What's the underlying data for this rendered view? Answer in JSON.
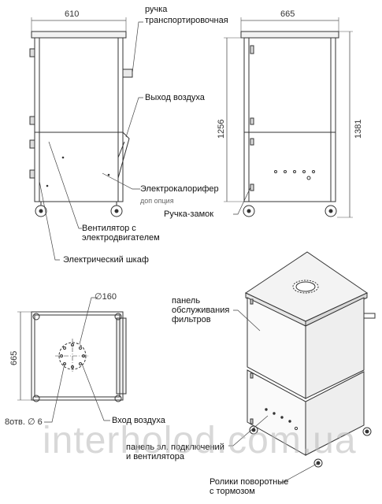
{
  "dimensions": {
    "side_width": "610",
    "front_width": "665",
    "height_body": "1256",
    "height_total": "1381",
    "top_depth": "665",
    "duct_diameter": "∅160",
    "holes": "8отв. ∅ 6"
  },
  "labels": {
    "transport_handle": [
      "ручка",
      "транспортировочная"
    ],
    "air_outlet": "Выход воздуха",
    "heater": "Электрокалорифер",
    "heater_option": "доп  опция",
    "lock_handle": "Ручка-замок",
    "fan": [
      "Вентилятор с",
      "электродвигателем"
    ],
    "cabinet": "Электрический шкаф",
    "filter_panel": [
      "панель",
      "обслуживания",
      "фильтров"
    ],
    "air_inlet": "Вход воздуха",
    "electric_panel": [
      "панель эл. подключений",
      "и вентилятора"
    ],
    "casters": [
      "Ролики поворотные",
      "с тормозом"
    ]
  },
  "watermark": "interholod.com.ua"
}
